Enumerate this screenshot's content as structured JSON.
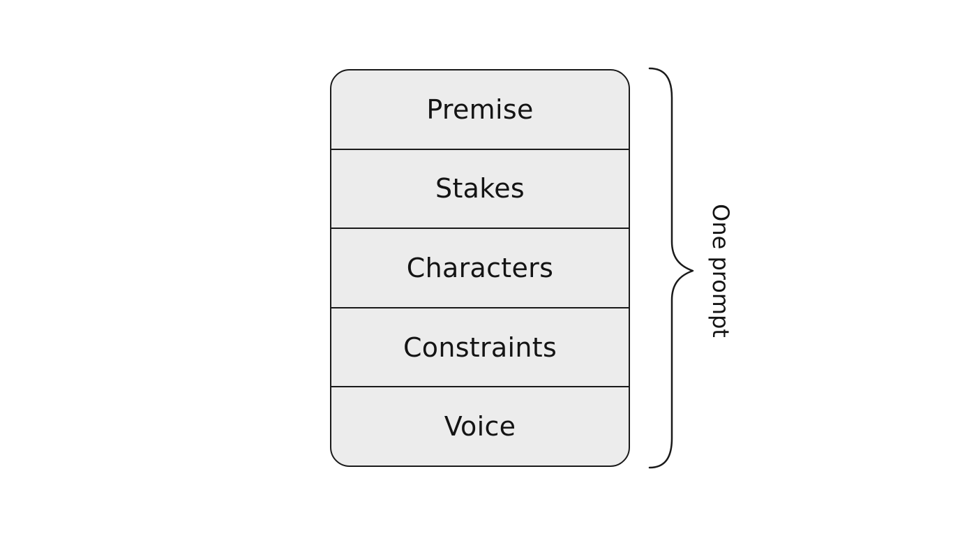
{
  "diagram": {
    "layers": [
      {
        "label": "Premise"
      },
      {
        "label": "Stakes"
      },
      {
        "label": "Characters"
      },
      {
        "label": "Constraints"
      },
      {
        "label": "Voice"
      }
    ],
    "brace_label": "One prompt"
  }
}
